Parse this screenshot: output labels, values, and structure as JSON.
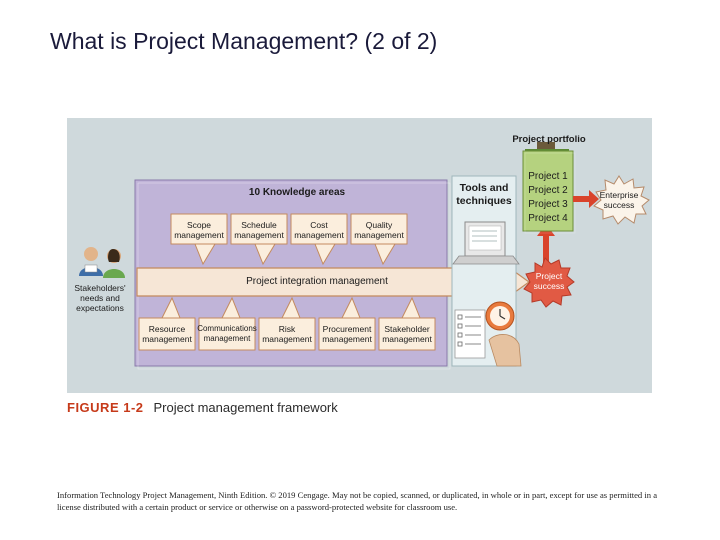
{
  "slide": {
    "title": "What is Project Management? (2 of 2)",
    "footer": "Information Technology Project Management, Ninth Edition. © 2019 Cengage. May not be copied, scanned, or duplicated, in whole or in part, except for use as permitted in a license distributed with a certain product or service or otherwise on a password-protected website for classroom use."
  },
  "figure": {
    "label": "FIGURE 1-2",
    "caption": "Project management framework",
    "knowledge_areas_heading": "10 Knowledge areas",
    "top_areas": [
      "Scope management",
      "Schedule management",
      "Cost management",
      "Quality management"
    ],
    "bottom_areas": [
      "Resource management",
      "Communications management",
      "Risk management",
      "Procurement management",
      "Stakeholder management"
    ],
    "integration_label": "Project integration management",
    "tools_label": "Tools and techniques",
    "stakeholders_label": "Stakeholders' needs and expectations",
    "portfolio_label": "Project portfolio",
    "projects": [
      "Project 1",
      "Project 2",
      "Project 3",
      "Project 4"
    ],
    "enterprise_label": "Enterprise success",
    "project_success_label": "Project success"
  },
  "colors": {
    "figure_background": "#cfd9dc",
    "knowledge_panel": "#c0b4d8",
    "arrow_fill": "#f6e6d6",
    "callout_fill": "#fbeedd",
    "callout_stroke": "#c48a5e",
    "portfolio_green": "#b5d27f",
    "success_red": "#e15a44",
    "caption_red": "#c63a1a"
  }
}
